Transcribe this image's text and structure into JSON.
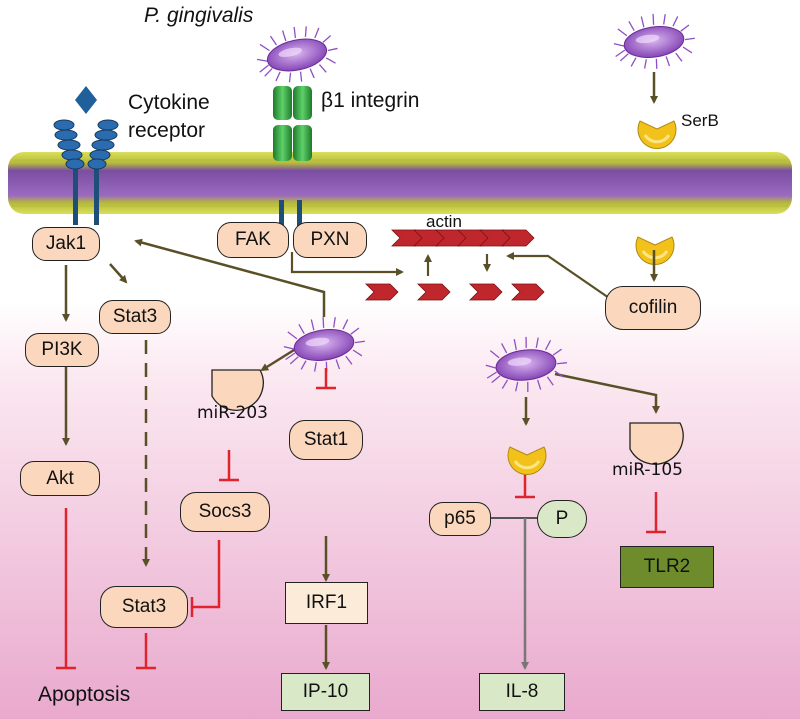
{
  "labels": {
    "p_gingivalis": "P. gingivalis",
    "cytokine_receptor_1": "Cytokine",
    "cytokine_receptor_2": "receptor",
    "beta1_integrin": "β1 integrin",
    "serb": "SerB",
    "actin": "actin",
    "apoptosis": "Apoptosis"
  },
  "nodes": {
    "jak1": "Jak1",
    "stat3_top": "Stat3",
    "pi3k": "PI3K",
    "akt": "Akt",
    "fak": "FAK",
    "pxn": "PXN",
    "cofilin": "cofilin",
    "mir203": "miR-203",
    "socs3": "Socs3",
    "stat3_bottom": "Stat3",
    "stat1": "Stat1",
    "irf1": "IRF1",
    "ip10": "IP-10",
    "p65": "p65",
    "p": "P",
    "il8": "IL-8",
    "mir105": "miR-105",
    "tlr2": "TLR2"
  },
  "colors": {
    "membrane_head": "#c8cf3c",
    "membrane_tail": "#8a5fb0",
    "node_fill": "#fbd8bd",
    "activation_arrow": "#5a5028",
    "inhibition": "#e0242d",
    "output_box": "#d9e9c7",
    "tlr2_box": "#6e8c2c",
    "bacterium": "#9b59c8",
    "serb_enzyme": "#f2c21b",
    "actin": "#c0272d",
    "integrin": "#2e9e3e",
    "receptor": "#1f4e79"
  }
}
